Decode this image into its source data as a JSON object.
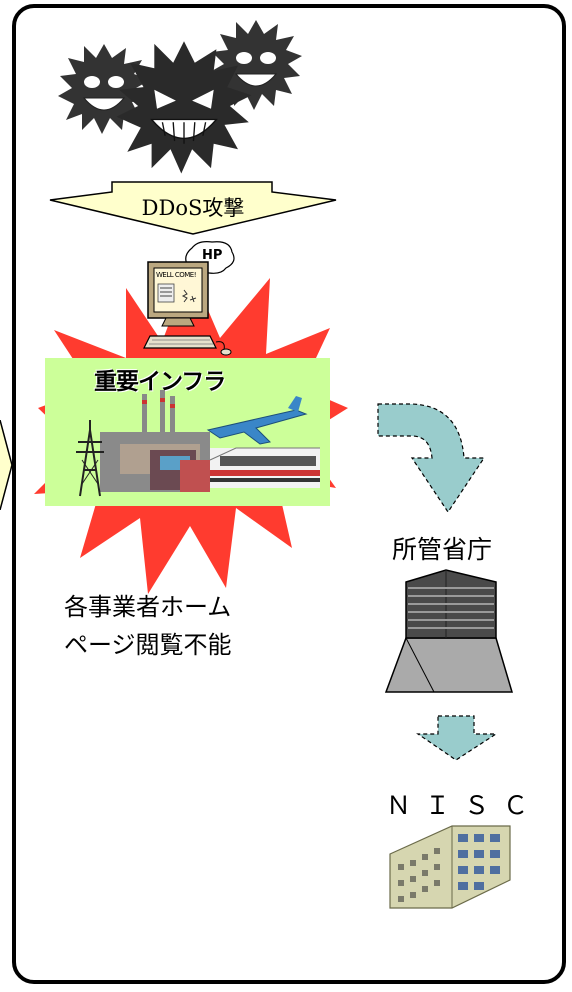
{
  "attack_label": "DDoS攻撃",
  "monitor_bubble": "HP",
  "monitor_screen": "WELL COME!",
  "infra_title": "重要インフラ",
  "impact_line1": "各事業者ホーム",
  "impact_line2": "ページ閲覧不能",
  "ministry_label": "所管省庁",
  "nisc_label": "ＮＩＳＣ",
  "colors": {
    "explosion": "#ff3b2f",
    "infra_panel": "#ccff99",
    "banner_arrow": "#ffffcc",
    "flow_arrow": "#99cccc",
    "virus": "#2b2b2b",
    "building_dark": "#555555",
    "nisc_building": "#d6d6b0"
  },
  "icons": [
    "virus-icon",
    "monitor-icon",
    "infrastructure-image",
    "ministry-building-icon",
    "nisc-building-icon"
  ]
}
